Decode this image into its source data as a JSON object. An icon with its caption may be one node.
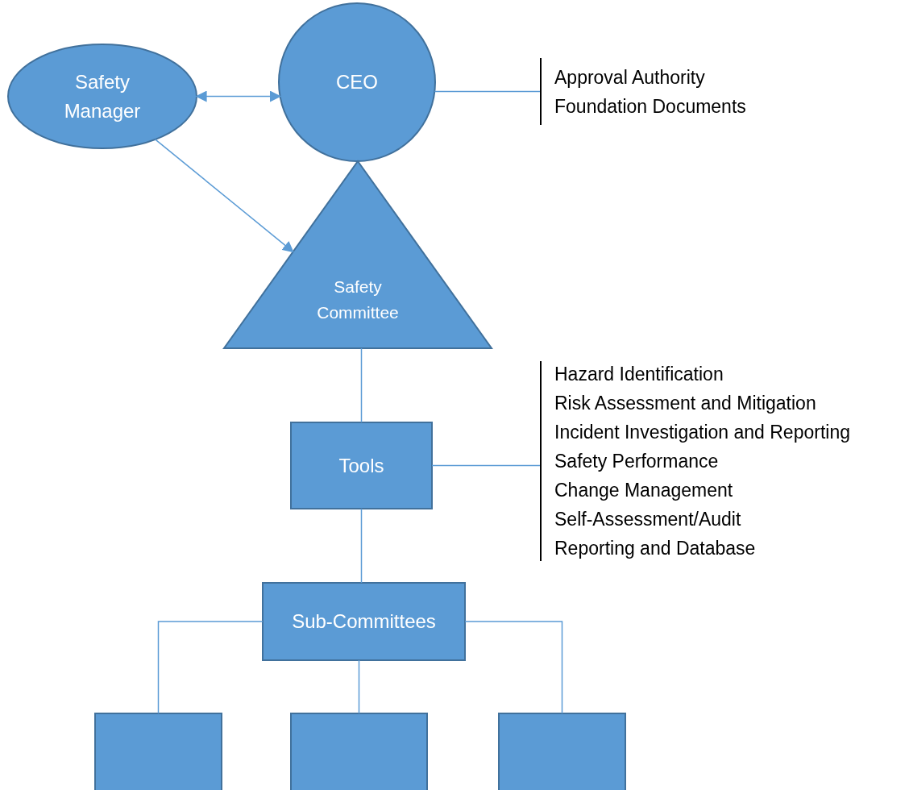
{
  "diagram": {
    "nodes": [
      {
        "text": [
          "Safety Manager"
        ]
      },
      {
        "text": [
          "CEO"
        ]
      },
      {
        "text": [
          "Approval Authority",
          "Foundation Documents"
        ]
      },
      {
        "text": [
          "Safety Committee"
        ]
      },
      {
        "text": [
          "Tools"
        ]
      },
      {
        "text": [
          "Hazard Identification",
          "Risk Assessment and Mitigation",
          "Incident Investigation and Reporting",
          "Safety Performance",
          "Change Management",
          "Self-Assessment/Audit",
          "Reporting and Database"
        ]
      },
      {
        "text": [
          "Sub-Committees"
        ]
      },
      {
        "text": [],
        "shape": "box"
      },
      {
        "text": [],
        "shape": "box"
      },
      {
        "text": [],
        "shape": "box"
      }
    ],
    "edges": [
      {
        "from": 0,
        "to": 1,
        "arrow": "both"
      },
      {
        "from": 0,
        "to": 3,
        "arrow": "to"
      },
      {
        "from": 1,
        "to": 2,
        "arrow": "none"
      },
      {
        "from": 3,
        "to": 4,
        "arrow": "none"
      },
      {
        "from": 4,
        "to": 5,
        "arrow": "none"
      },
      {
        "from": 4,
        "to": 6,
        "arrow": "none"
      },
      {
        "from": 6,
        "to": 7,
        "arrow": "none"
      },
      {
        "from": 6,
        "to": 8,
        "arrow": "none"
      },
      {
        "from": 6,
        "to": 9,
        "arrow": "none"
      }
    ]
  }
}
